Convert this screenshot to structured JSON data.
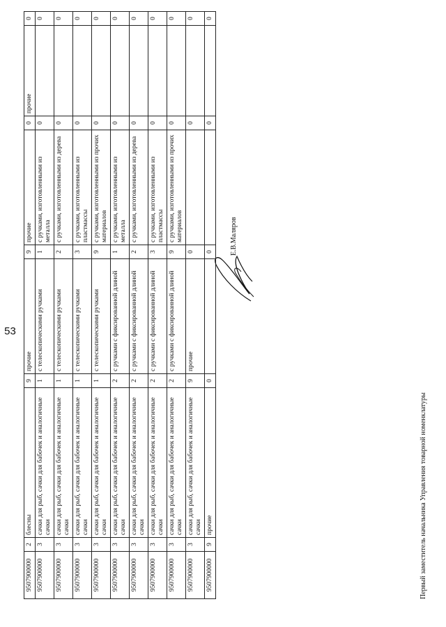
{
  "page_number": "53",
  "columns": [
    "code",
    "lvl1",
    "name1",
    "lvl2",
    "name2",
    "lvl3",
    "name3",
    "lvl4",
    "name4",
    "lvl5"
  ],
  "rows": [
    [
      "9507900000",
      "2",
      "блесны",
      "9",
      "прочие",
      "9",
      "прочие",
      "0",
      "прочие",
      "0"
    ],
    [
      "9507900000",
      "3",
      "сачки для рыб, сачки для бабочек и аналогичные сачки",
      "1",
      "с телескопическими ручками",
      "1",
      "с ручками, изготовленными из металла",
      "0",
      "",
      "0"
    ],
    [
      "9507900000",
      "3",
      "сачки для рыб, сачки для бабочек и аналогичные сачки",
      "1",
      "с телескопическими ручками",
      "2",
      "с ручками, изготовленными из дерева",
      "0",
      "",
      "0"
    ],
    [
      "9507900000",
      "3",
      "сачки для рыб, сачки для бабочек и аналогичные сачки",
      "1",
      "с телескопическими ручками",
      "3",
      "с ручками, изготовленными из пластмассы",
      "0",
      "",
      "0"
    ],
    [
      "9507900000",
      "3",
      "сачки для рыб, сачки для бабочек и аналогичные сачки",
      "1",
      "с телескопическими ручками",
      "9",
      "с ручками, изготовленными из прочих материалов",
      "0",
      "",
      "0"
    ],
    [
      "9507900000",
      "3",
      "сачки для рыб, сачки для бабочек и аналогичные сачки",
      "2",
      "с ручками с фиксированной длиной",
      "1",
      "с ручками, изготовленными из металла",
      "0",
      "",
      "0"
    ],
    [
      "9507900000",
      "3",
      "сачки для рыб, сачки для бабочек и аналогичные сачки",
      "2",
      "с ручками с фиксированной длиной",
      "2",
      "с ручками, изготовленными из дерева",
      "0",
      "",
      "0"
    ],
    [
      "9507900000",
      "3",
      "сачки для рыб, сачки для бабочек и аналогичные сачки",
      "2",
      "с ручками с фиксированной длиной",
      "3",
      "с ручками, изготовленными из пластмассы",
      "0",
      "",
      "0"
    ],
    [
      "9507900000",
      "3",
      "сачки для рыб, сачки для бабочек и аналогичные сачки",
      "2",
      "с ручками с фиксированной длиной",
      "9",
      "с ручками, изготовленными из прочих материалов",
      "0",
      "",
      "0"
    ],
    [
      "9507900000",
      "3",
      "сачки для рыб, сачки для бабочек и аналогичные сачки",
      "9",
      "прочие",
      "0",
      "",
      "0",
      "",
      "0"
    ],
    [
      "9507900000",
      "9",
      "прочие",
      "0",
      "",
      "0",
      "",
      "0",
      "",
      "0"
    ]
  ],
  "footer": {
    "title": "Первый заместитель начальника Управления товарной номенклатуры",
    "signer": "Е.В.Маляров"
  }
}
